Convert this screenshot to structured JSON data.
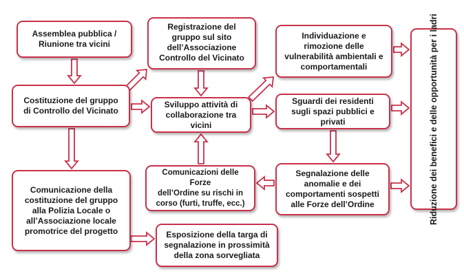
{
  "diagram": {
    "nodes": [
      {
        "id": "assemblea",
        "label": "Assemblea pubblica /\nRiunione tra vicini"
      },
      {
        "id": "costituzione",
        "label": "Costituzione del gruppo\ndi Controllo del Vicinato"
      },
      {
        "id": "comunicazione_polizia",
        "label": "Comunicazione della\ncostituzione del gruppo\nalla Polizia Locale o\nall’Associazione locale\npromotrice del progetto"
      },
      {
        "id": "registrazione",
        "label": "Registrazione del\ngruppo sul sito\ndell’Associazione\nControllo del Vicinato"
      },
      {
        "id": "sviluppo",
        "label": "Sviluppo attività di\ncollaborazione tra vicini"
      },
      {
        "id": "comunicazioni_forze",
        "label": "Comunicazioni delle Forze\ndell’Ordine su rischi in\ncorso (furti, truffe, ecc.)"
      },
      {
        "id": "esposizione",
        "label": "Esposizione della targa di\nsegnalazione in prossimità\ndella zona sorvegliata"
      },
      {
        "id": "individuazione",
        "label": "Individuazione e\nrimozione delle\nvulnerabilità ambientali e\ncomportamentali"
      },
      {
        "id": "sguardi",
        "label": "Sguardi dei residenti\nsugli spazi pubblici e\nprivati"
      },
      {
        "id": "segnalazione",
        "label": "Segnalazione delle\nanomalie e dei\ncomportamenti sospetti\nalle Forze dell’Ordine"
      },
      {
        "id": "riduzione",
        "label": "Riduzione dei benefici e delle\nopportunità per i ladri"
      }
    ],
    "edges": [
      {
        "from": "assemblea",
        "to": "costituzione"
      },
      {
        "from": "costituzione",
        "to": "registrazione"
      },
      {
        "from": "costituzione",
        "to": "sviluppo"
      },
      {
        "from": "costituzione",
        "to": "comunicazione_polizia"
      },
      {
        "from": "registrazione",
        "to": "sviluppo"
      },
      {
        "from": "comunicazioni_forze",
        "to": "sviluppo"
      },
      {
        "from": "comunicazione_polizia",
        "to": "esposizione"
      },
      {
        "from": "sviluppo",
        "to": "individuazione"
      },
      {
        "from": "sviluppo",
        "to": "sguardi"
      },
      {
        "from": "sguardi",
        "to": "segnalazione"
      },
      {
        "from": "segnalazione",
        "to": "comunicazioni_forze"
      },
      {
        "from": "individuazione",
        "to": "riduzione"
      },
      {
        "from": "sguardi",
        "to": "riduzione"
      },
      {
        "from": "segnalazione",
        "to": "riduzione"
      }
    ],
    "colors": {
      "border": "#c8304a",
      "arrow_fill": "#ffffff",
      "text": "#1a1a1a"
    }
  }
}
